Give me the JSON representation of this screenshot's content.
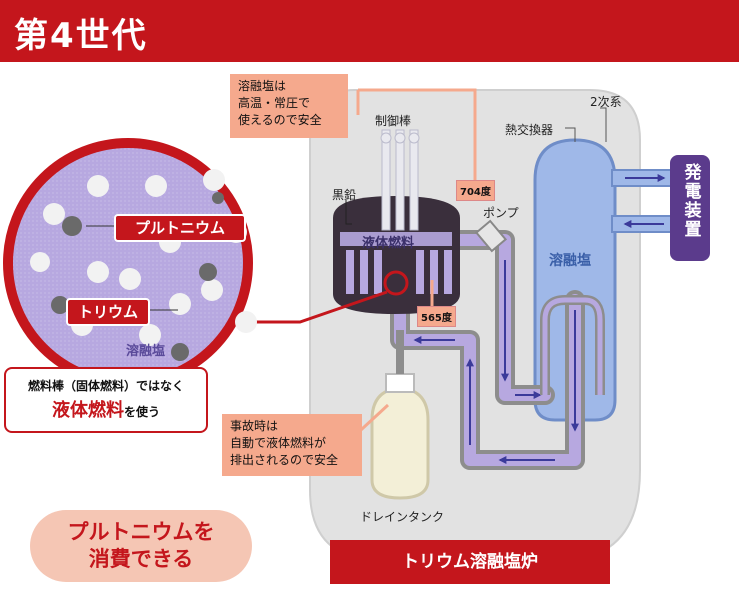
{
  "title": "第4世代",
  "labels": {
    "control_rods": "制御棒",
    "graphite": "黒鉛",
    "liquid_fuel": "液体燃料",
    "pump": "ポンプ",
    "heat_exchanger": "熱交換器",
    "secondary": "2次系",
    "molten_salt": "溶融塩",
    "power_plant": "発電装置",
    "drain_tank": "ドレインタンク",
    "temp_hot": "704度",
    "temp_cold": "565度"
  },
  "notes": {
    "salt_safe": [
      "溶融塩は",
      "高温・常圧で",
      "使えるので安全"
    ],
    "accident": [
      "事故時は",
      "自動で液体燃料が",
      "排出されるので安全"
    ]
  },
  "zoom": {
    "plutonium": "プルトニウム",
    "thorium": "トリウム",
    "molten_salt": "溶融塩"
  },
  "callout": {
    "line1": "燃料棒（固体燃料）ではなく",
    "emphasis": "液体燃料",
    "suffix": "を使う"
  },
  "consume": [
    "プルトニウムを",
    "消費できる"
  ],
  "footer": "トリウム溶融塩炉",
  "colors": {
    "brand_red": "#c4161c",
    "salmon": "#f5a98d",
    "purple": "#5b3b8c",
    "lavender": "#b7a8e0",
    "blue": "#9fb8e8",
    "gray_vessel": "#e2e2e2"
  }
}
